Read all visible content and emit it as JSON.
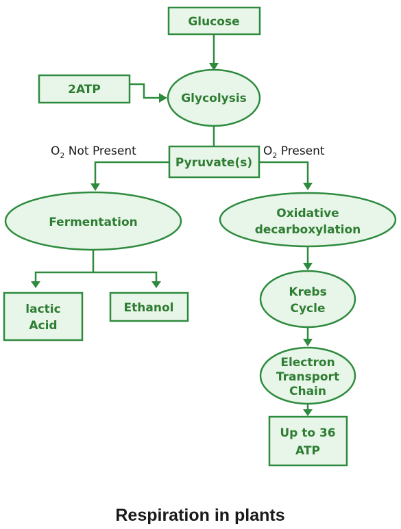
{
  "nodes": {
    "glucose": "Glucose",
    "atp_input": "2ATP",
    "glycolysis": "Glycolysis",
    "pyruvate": "Pyruvate(s)",
    "fermentation": "Fermentation",
    "oxidative_line1": "Oxidative",
    "oxidative_line2": "decarboxylation",
    "lactic_line1": "lactic",
    "lactic_line2": "Acid",
    "ethanol": "Ethanol",
    "krebs_line1": "Krebs",
    "krebs_line2": "Cycle",
    "etc_line1": "Electron",
    "etc_line2": "Transport",
    "etc_line3": "Chain",
    "atp_out_line1": "Up to 36",
    "atp_out_line2": "ATP"
  },
  "conditions": {
    "left_o": "O",
    "left_sub": "2",
    "left_rest": " Not Present",
    "right_o": "O",
    "right_sub": "2",
    "right_rest": " Present"
  },
  "caption": "Respiration in plants",
  "colors": {
    "stroke": "#2e8b3e",
    "fill": "#e8f5e9",
    "text": "#2e7d32"
  }
}
